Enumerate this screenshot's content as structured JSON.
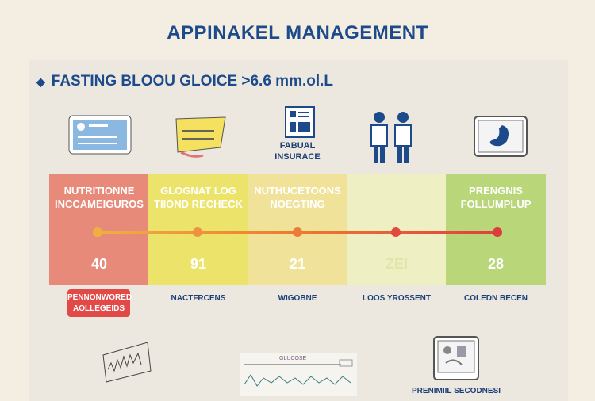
{
  "title": "APPINAKEL MANAGEMENT",
  "heading": "FASTING BLOOU GLOICE >6.6 mm.ol.L",
  "icon_caption": "FABUAL INSURACE",
  "steps": [
    {
      "label": "NUTRITIONNE INCCAMEIGUROS",
      "value": "40",
      "sub": "PENNONWORED AOLLEGEIDS",
      "color": "#e88a7a"
    },
    {
      "label": "GLOGNAT LOG TIIOND RECHECK",
      "value": "91",
      "sub": "NACTFRCENS",
      "color": "#ece46a"
    },
    {
      "label": "NUTHUCETOONS NOEGTING",
      "value": "21",
      "sub": "WIGOBNE",
      "color": "#f1e29a"
    },
    {
      "label": "",
      "value": "ZEI",
      "sub": "LOOS YROSSENT",
      "color": "#eef0c4"
    },
    {
      "label": "PRENGNIS FOLLUMPLUP",
      "value": "28",
      "sub": "COLEDN BECEN",
      "color": "#b9d778"
    }
  ],
  "monitor_title": "GLUCOSE",
  "bottom_caption": "PRENIMIIL SECODNESI"
}
